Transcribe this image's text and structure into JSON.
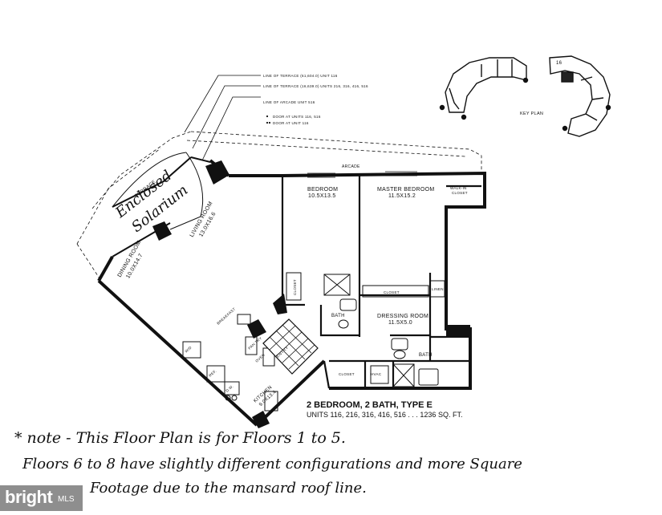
{
  "callouts": [
    "LINE OF TERRACE (61,604.0) UNIT 116",
    "LINE OF TERRACE (16,639.0) UNITS 216, 316, 416, 516",
    "LINE OF ARCADE UNIT 516",
    "DOOR AT UNITS 116, 516",
    "DOOR AT UNIT 116"
  ],
  "key_plan": {
    "label": "KEY PLAN",
    "unit_number": "16"
  },
  "rooms": {
    "arcade": "ARCADE",
    "terrace": "TERRACE",
    "enclosed": "Enclosed",
    "solarium": "Solarium",
    "living_room": "LIVING ROOM",
    "living_dim": "13.0X16.6",
    "dining_room": "DINING ROOM",
    "dining_dim": "10.0X14.7",
    "bedroom": "BEDROOM",
    "bedroom_dim": "10.5X13.5",
    "master_bedroom": "MASTER BEDROOM",
    "master_dim": "11.5X15.2",
    "walkin_closet_1": "WALK-IN",
    "walkin_closet_2": "CLOSET",
    "closet_bed": "CLOSET",
    "closet_master": "CLOSET",
    "linen": "LINEN",
    "bath_1": "BATH",
    "dressing_room": "DRESSING ROOM",
    "dressing_dim": "11.5X5.0",
    "bath_2": "BATH",
    "closet_hall": "CLOSET",
    "hvac": "HVAC",
    "breakfast": "BREAKFAST",
    "pantry": "PAN TRY",
    "oven": "OVEN",
    "kitchen": "KITCHEN",
    "kitchen_dim": "9.0X13.4",
    "entry": "ENTRY",
    "washer_dryer": "W/D",
    "dishwasher": "D.W.",
    "refrigerator": "REF."
  },
  "plan_title": "2 BEDROOM, 2 BATH, TYPE E",
  "plan_units": "UNITS 116, 216, 316, 416, 516 . . . 1236 SQ. FT.",
  "note_lines": [
    "* note - This Floor Plan is for Floors 1 to 5.",
    "Floors 6 to 8 have slightly different configurations and more Square",
    "Footage due to the mansard roof line."
  ],
  "watermark": {
    "logo": "bright",
    "suffix": "MLS"
  }
}
